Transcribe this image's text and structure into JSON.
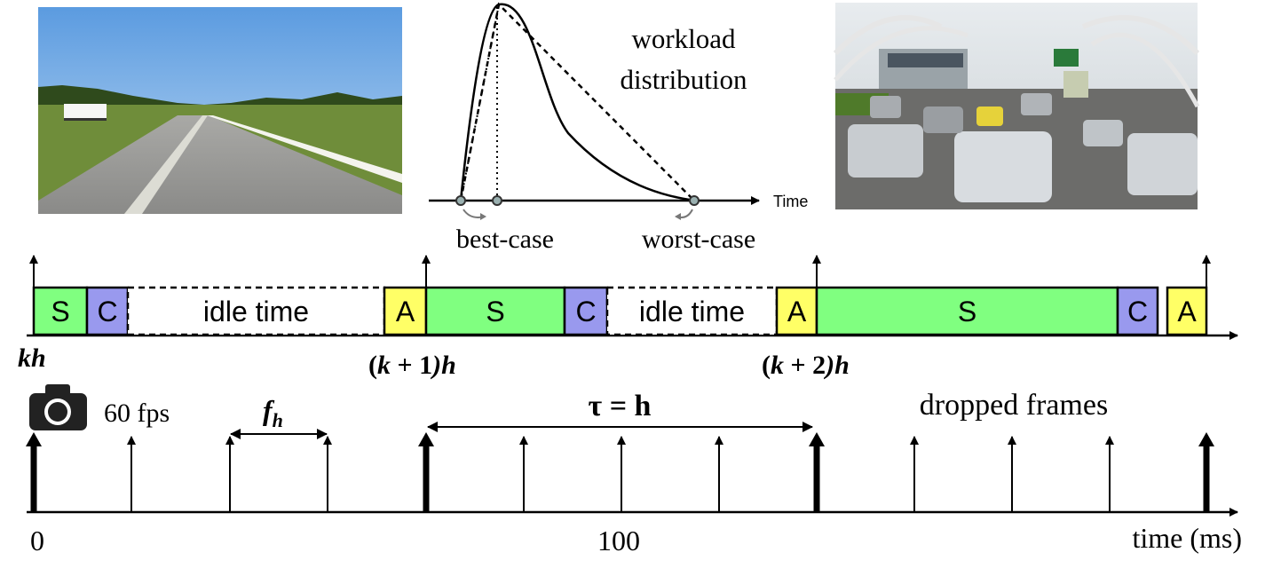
{
  "distribution": {
    "title_line1": "workload",
    "title_line2": "distribution",
    "axis_label": "Time",
    "best_label": "best-case",
    "worst_label": "worst-case"
  },
  "schedule": {
    "segments": [
      {
        "label": "S",
        "kind": "sensing"
      },
      {
        "label": "C",
        "kind": "compute"
      },
      {
        "label": "idle time",
        "kind": "idle"
      },
      {
        "label": "A",
        "kind": "actuate"
      },
      {
        "label": "S",
        "kind": "sensing"
      },
      {
        "label": "C",
        "kind": "compute"
      },
      {
        "label": "idle time",
        "kind": "idle"
      },
      {
        "label": "A",
        "kind": "actuate"
      },
      {
        "label": "S",
        "kind": "sensing"
      },
      {
        "label": "C",
        "kind": "compute"
      },
      {
        "label": "A",
        "kind": "actuate"
      }
    ],
    "instants": {
      "k0_var": "kh",
      "k1_open": "(",
      "k1_var": "k",
      "k1_op": " + 1",
      "k1_close": ")h",
      "k2_open": "(",
      "k2_var": "k",
      "k2_op": " + 2",
      "k2_close": ")h"
    }
  },
  "frames": {
    "fps_label": "60 fps",
    "fh_main": "f",
    "fh_sub": "h",
    "tau_label": "τ = h",
    "dropped_label": "dropped frames",
    "tick_0": "0",
    "tick_100": "100",
    "axis_label": "time (ms)"
  },
  "colors": {
    "sensing": "#80ff80",
    "compute": "#9999ee",
    "actuate": "#ffff66",
    "idle": "#ffffff"
  }
}
